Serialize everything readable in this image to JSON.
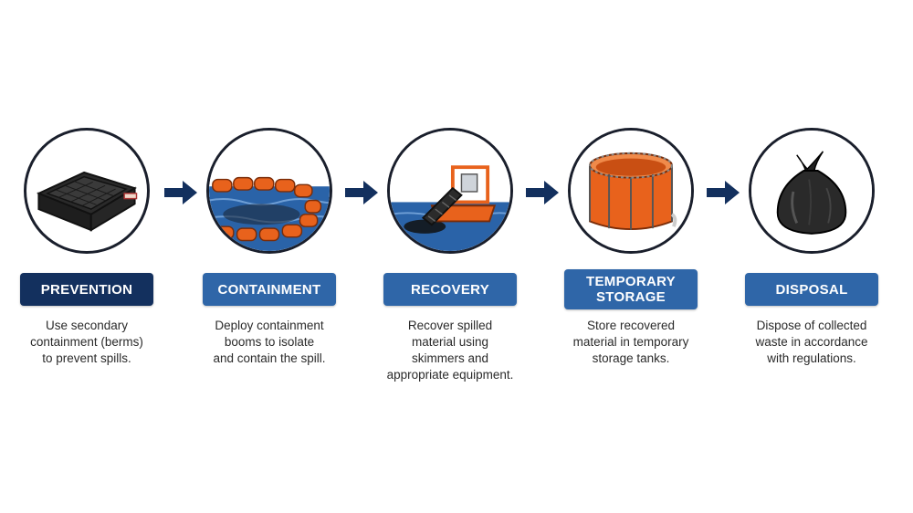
{
  "steps": [
    {
      "label": "PREVENTION",
      "description": "Use secondary\ncontainment (berms)\nto prevent spills.",
      "icon": "berm-tray-icon"
    },
    {
      "label": "CONTAINMENT",
      "description": "Deploy containment\nbooms to isolate\nand contain the spill.",
      "icon": "containment-boom-icon"
    },
    {
      "label": "RECOVERY",
      "description": "Recover spilled\nmaterial using\nskimmers and\nappropriate equipment.",
      "icon": "skimmer-boat-icon"
    },
    {
      "label": "TEMPORARY\nSTORAGE",
      "description": "Store recovered\nmaterial in temporary\nstorage tanks.",
      "icon": "storage-tank-icon"
    },
    {
      "label": "DISPOSAL",
      "description": "Dispose of collected\nwaste in accordance\nwith regulations.",
      "icon": "trash-bag-icon"
    }
  ],
  "colors": {
    "label_dark": "#13305e",
    "label_mid": "#2f66a8",
    "arrow": "#13305e",
    "boom_orange": "#e8621c",
    "water_blue": "#2a63a8",
    "oil_black": "#1c1c1c"
  }
}
